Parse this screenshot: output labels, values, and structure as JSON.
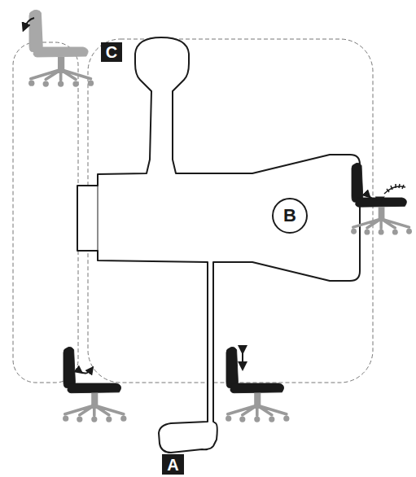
{
  "diagram": {
    "nodes": [
      {
        "text": [
          "C"
        ]
      },
      {
        "text": [
          "B"
        ]
      },
      {
        "text": [
          "A"
        ]
      }
    ]
  }
}
